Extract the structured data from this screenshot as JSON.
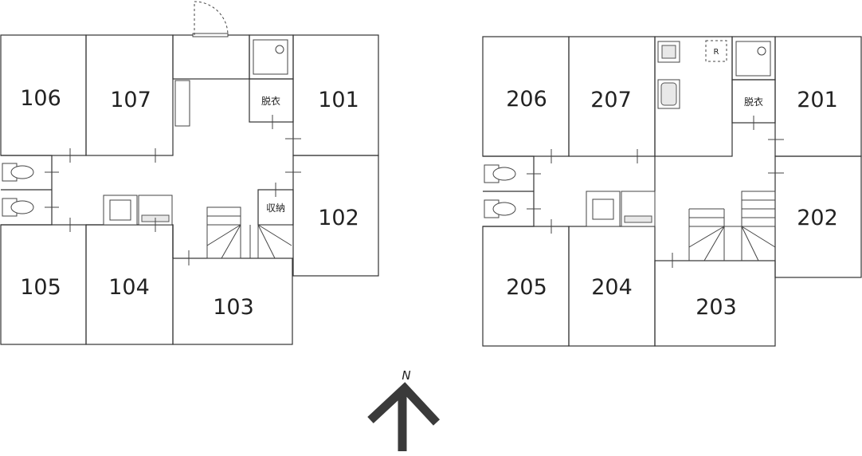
{
  "floors": [
    {
      "name": "floor-1",
      "rooms": {
        "r106": "106",
        "r107": "107",
        "r101": "101",
        "r102": "102",
        "r103": "103",
        "r104": "104",
        "r105": "105"
      },
      "labels": {
        "dressing": "脱衣",
        "storage": "収納"
      }
    },
    {
      "name": "floor-2",
      "rooms": {
        "r206": "206",
        "r207": "207",
        "r201": "201",
        "r202": "202",
        "r203": "203",
        "r204": "204",
        "r205": "205"
      },
      "labels": {
        "dressing": "脱衣",
        "r_mark": "R"
      }
    }
  ],
  "compass": {
    "label": "N",
    "icon": "north-arrow-icon"
  }
}
